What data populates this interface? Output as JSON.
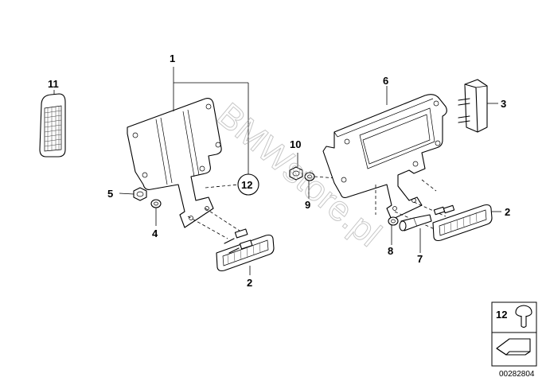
{
  "watermark": "BMWstore.pl",
  "callouts": {
    "c1": "1",
    "c2a": "2",
    "c2b": "2",
    "c3": "3",
    "c4": "4",
    "c5": "5",
    "c6": "6",
    "c7": "7",
    "c8": "8",
    "c9": "9",
    "c10": "10",
    "c11": "11",
    "c12": "12"
  },
  "legend": {
    "item_number": "12",
    "doc_number": "00282804"
  }
}
